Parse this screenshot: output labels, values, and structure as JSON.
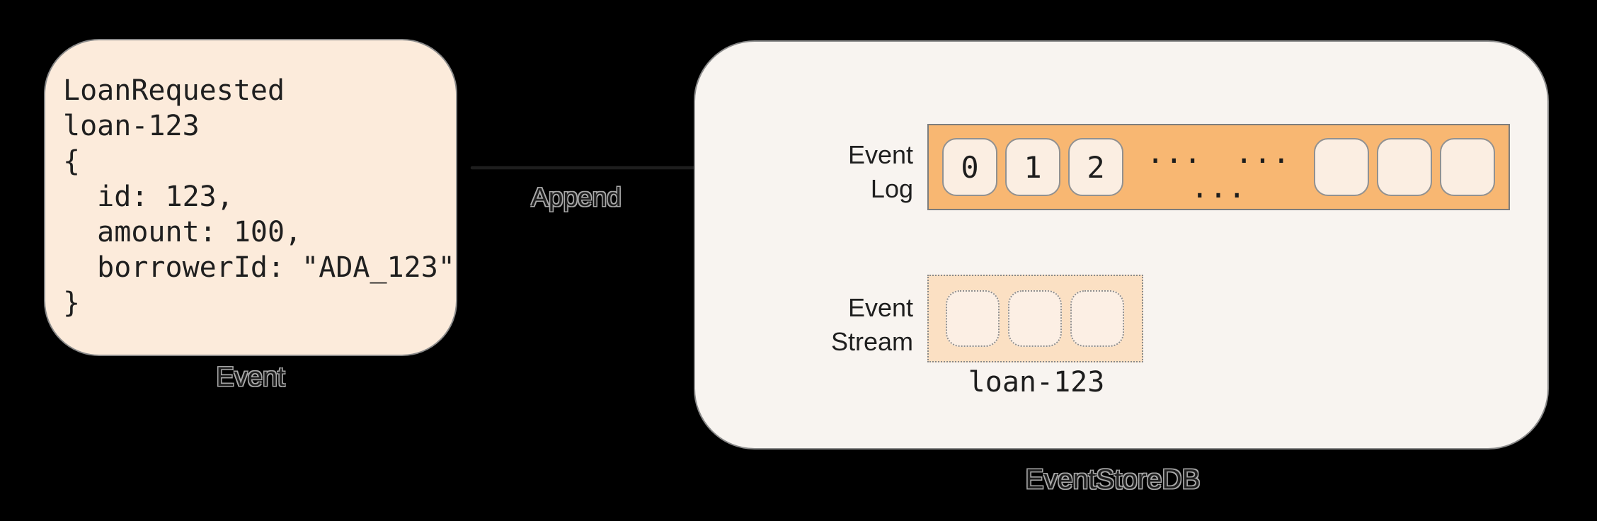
{
  "background": "#000000",
  "event_card": {
    "label": "Event",
    "code_lines": [
      "LoanRequested",
      "loan-123",
      "{",
      "  id: 123,",
      "  amount: 100,",
      "  borrowerId: \"ADA_123\"",
      "}"
    ],
    "fill": "#fcebdb",
    "border": "#8a8a8a"
  },
  "append_arrow": {
    "label": "Append",
    "color": "#1e1e1e"
  },
  "eventstore": {
    "label": "EventStoreDB",
    "fill": "#f8f4f0",
    "event_log": {
      "label_line1": "Event",
      "label_line2": "Log",
      "filled_slots": [
        "0",
        "1",
        "2"
      ],
      "ellipsis": "... ... ...",
      "empty_slots": [
        "",
        "",
        ""
      ],
      "bar_fill": "#f8b772",
      "slot_fill": "#fbeee2"
    },
    "event_stream": {
      "label_line1": "Event",
      "label_line2": "Stream",
      "stream_name": "loan-123",
      "empty_slots": [
        "",
        "",
        ""
      ],
      "fill": "#fbe0c3",
      "slot_fill": "#fcefe4"
    }
  }
}
